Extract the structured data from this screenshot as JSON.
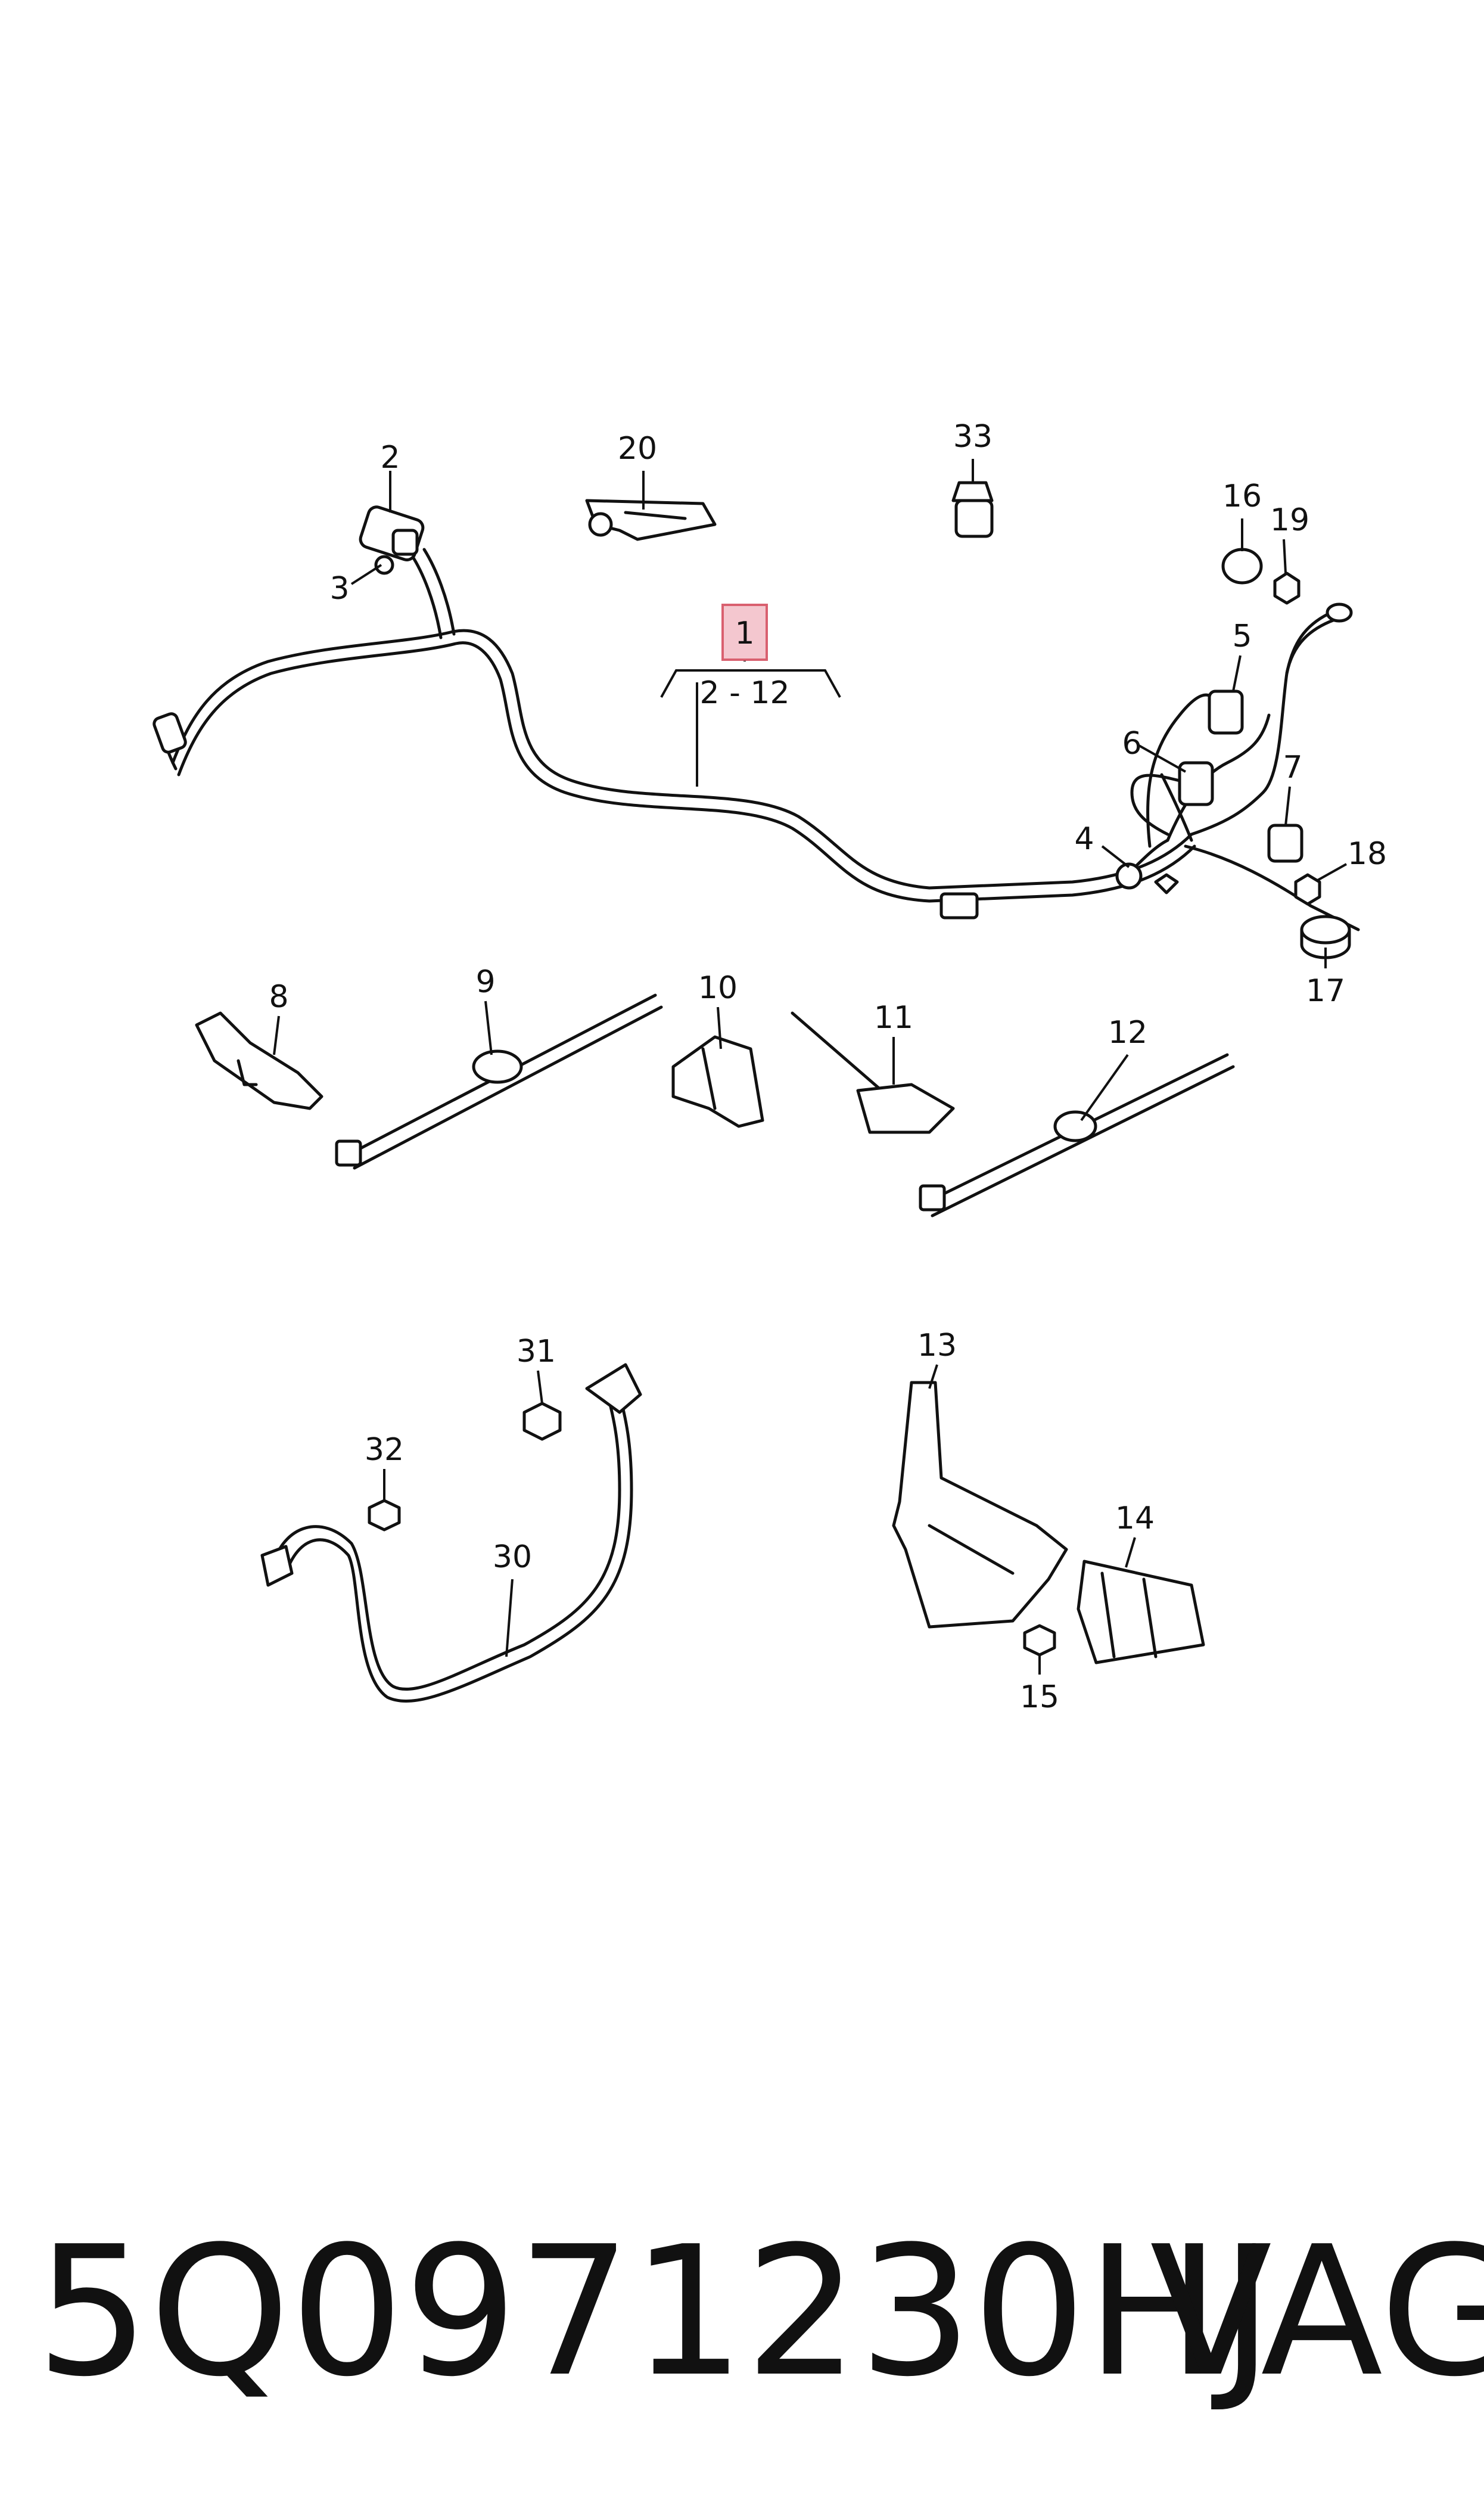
{
  "diagram": {
    "callouts": [
      {
        "id": "c1",
        "text": "1",
        "highlighted": true
      },
      {
        "id": "c1range",
        "text": "2 - 12"
      },
      {
        "id": "c2",
        "text": "2"
      },
      {
        "id": "c3",
        "text": "3"
      },
      {
        "id": "c4",
        "text": "4"
      },
      {
        "id": "c5",
        "text": "5"
      },
      {
        "id": "c6",
        "text": "6"
      },
      {
        "id": "c7",
        "text": "7"
      },
      {
        "id": "c8",
        "text": "8"
      },
      {
        "id": "c9",
        "text": "9"
      },
      {
        "id": "c10",
        "text": "10"
      },
      {
        "id": "c11",
        "text": "11"
      },
      {
        "id": "c12",
        "text": "12"
      },
      {
        "id": "c13",
        "text": "13"
      },
      {
        "id": "c14",
        "text": "14"
      },
      {
        "id": "c15",
        "text": "15"
      },
      {
        "id": "c16",
        "text": "16"
      },
      {
        "id": "c17",
        "text": "17"
      },
      {
        "id": "c18",
        "text": "18"
      },
      {
        "id": "c19",
        "text": "19"
      },
      {
        "id": "c20",
        "text": "20"
      },
      {
        "id": "c30",
        "text": "30"
      },
      {
        "id": "c31",
        "text": "31"
      },
      {
        "id": "c32",
        "text": "32"
      },
      {
        "id": "c33",
        "text": "33"
      }
    ],
    "highlight_color": "#f4c7cf",
    "highlight_border": "#d9606f"
  },
  "footer": {
    "part_number": "5Q0971230HJ",
    "brand": "VAG"
  }
}
